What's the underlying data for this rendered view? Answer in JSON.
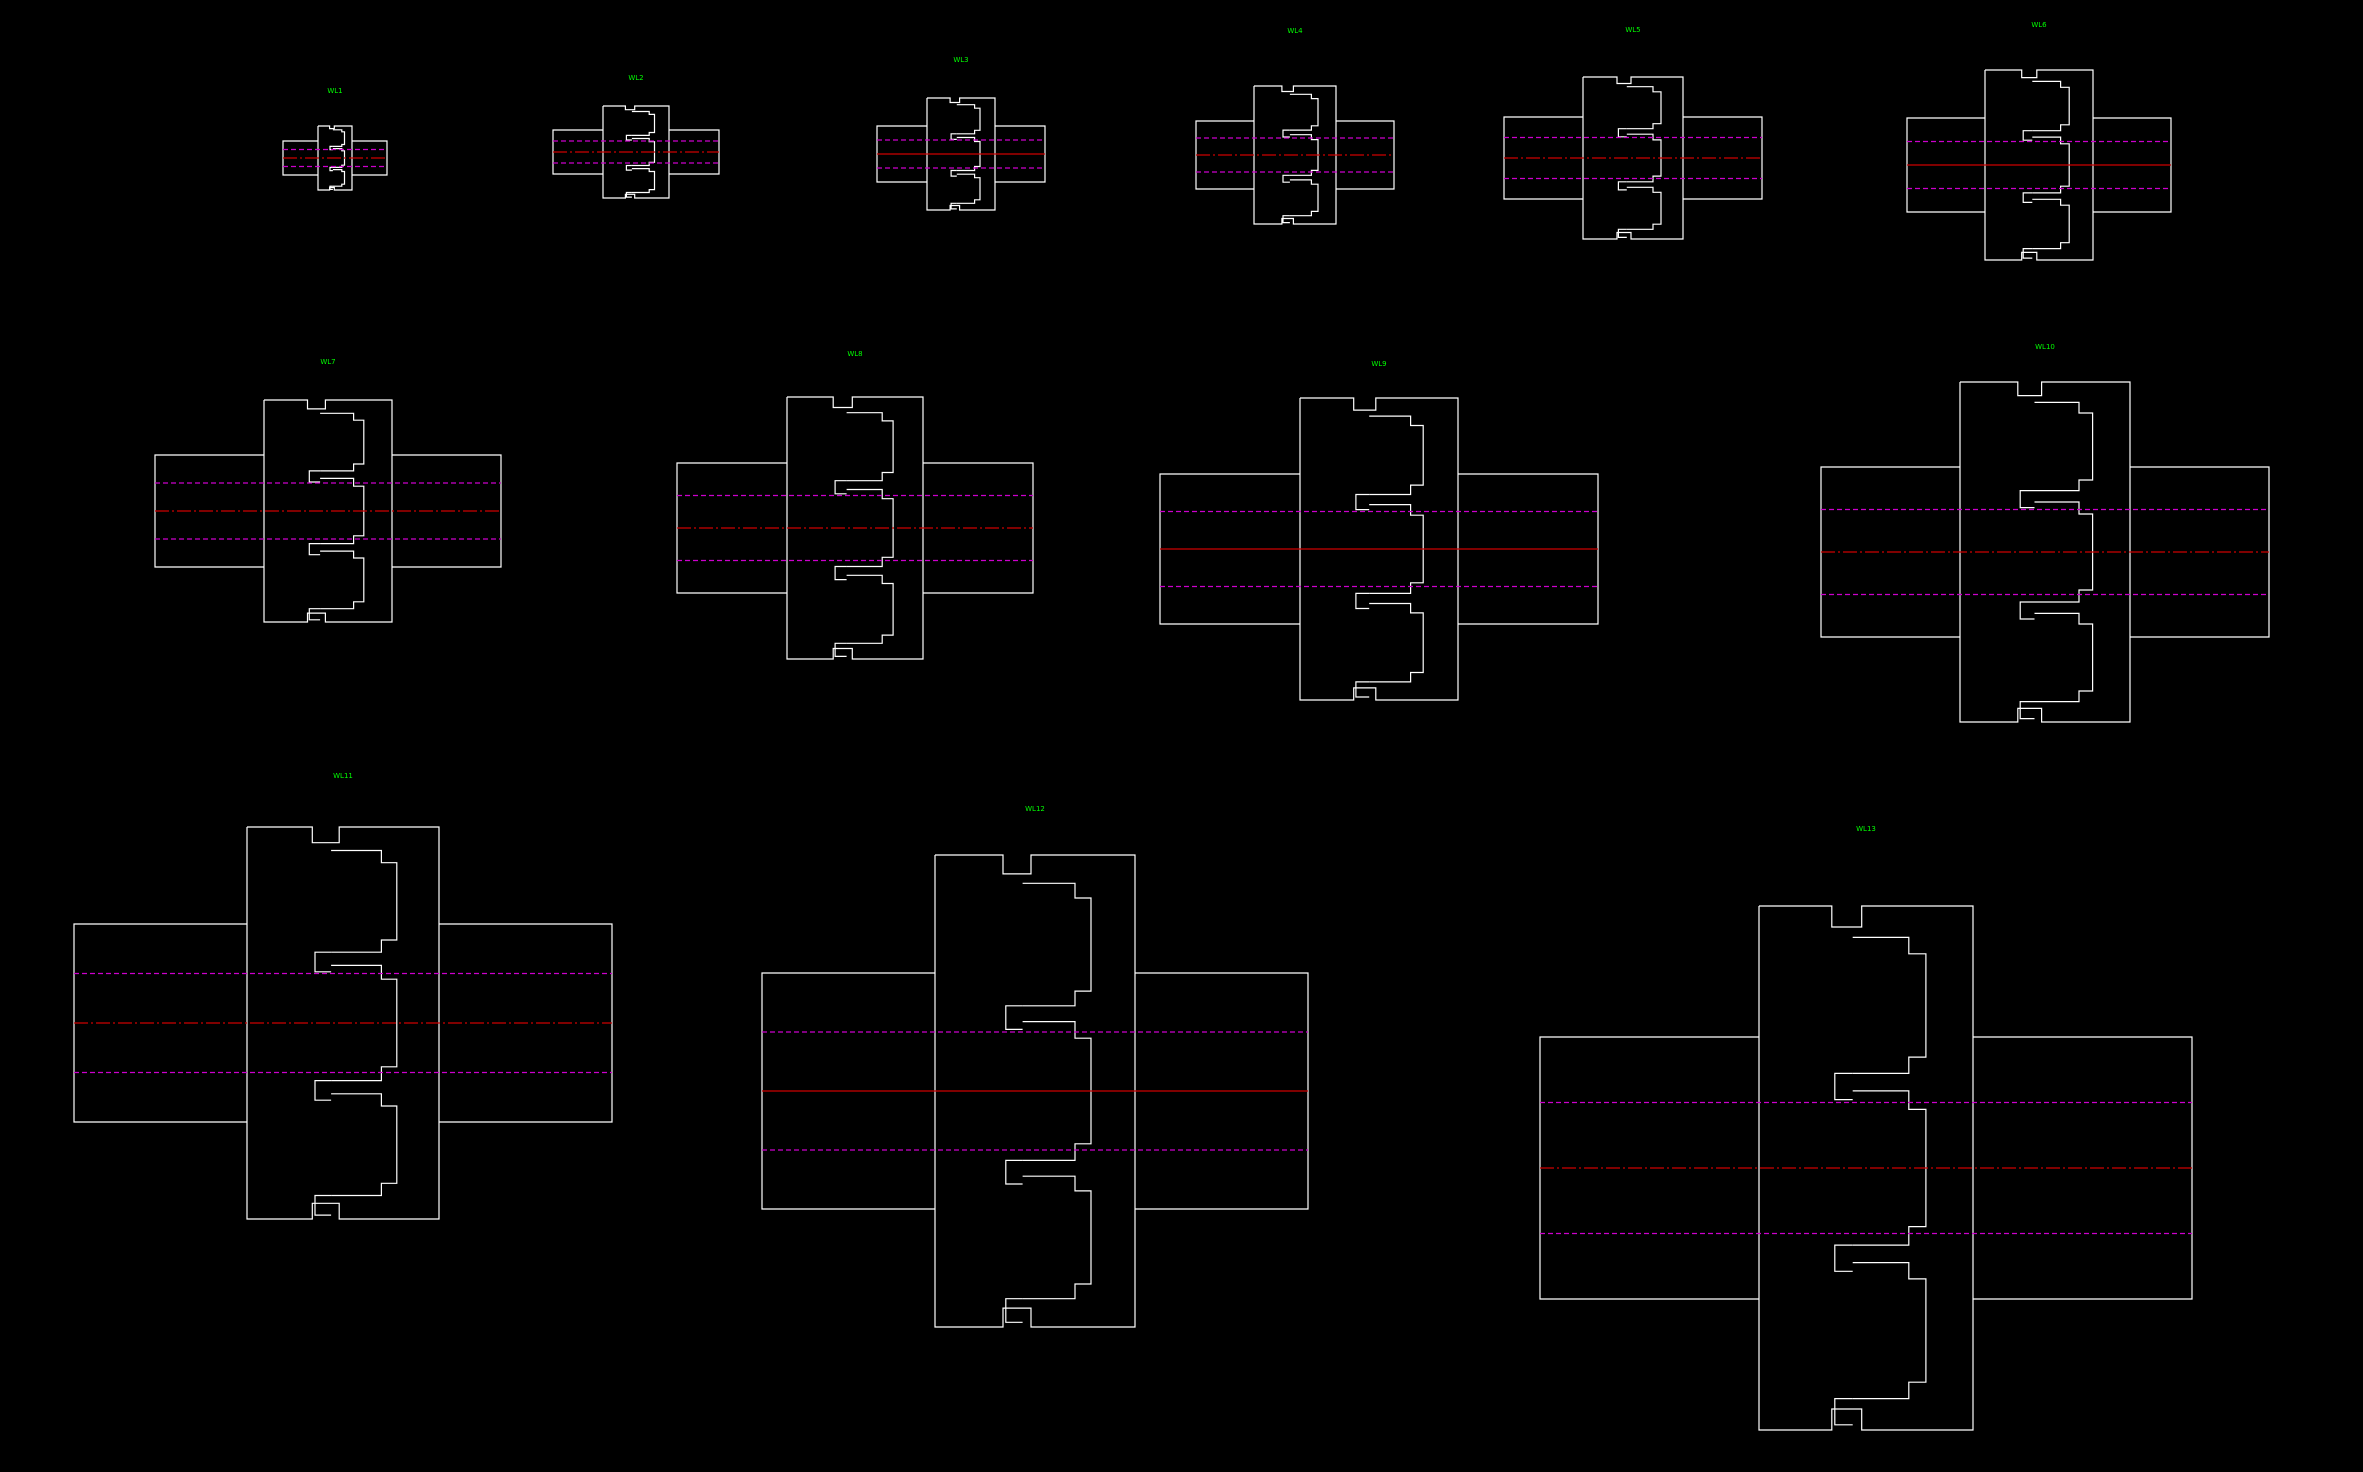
{
  "drawing": {
    "background": "#000000",
    "outline_color": "#ffffff",
    "center_line_color": "#cc0000",
    "bore_line_color": "#cc00cc",
    "label_color": "#00ff00"
  },
  "parts": [
    {
      "id": "p1",
      "label": "WL1"
    },
    {
      "id": "p2",
      "label": "WL2"
    },
    {
      "id": "p3",
      "label": "WL3"
    },
    {
      "id": "p4",
      "label": "WL4"
    },
    {
      "id": "p5",
      "label": "WL5"
    },
    {
      "id": "p6",
      "label": "WL6"
    },
    {
      "id": "p7",
      "label": "WL7"
    },
    {
      "id": "p8",
      "label": "WL8"
    },
    {
      "id": "p9",
      "label": "WL9"
    },
    {
      "id": "p10",
      "label": "WL10"
    },
    {
      "id": "p11",
      "label": "WL11"
    },
    {
      "id": "p12",
      "label": "WL12"
    },
    {
      "id": "p13",
      "label": "WL13"
    }
  ]
}
